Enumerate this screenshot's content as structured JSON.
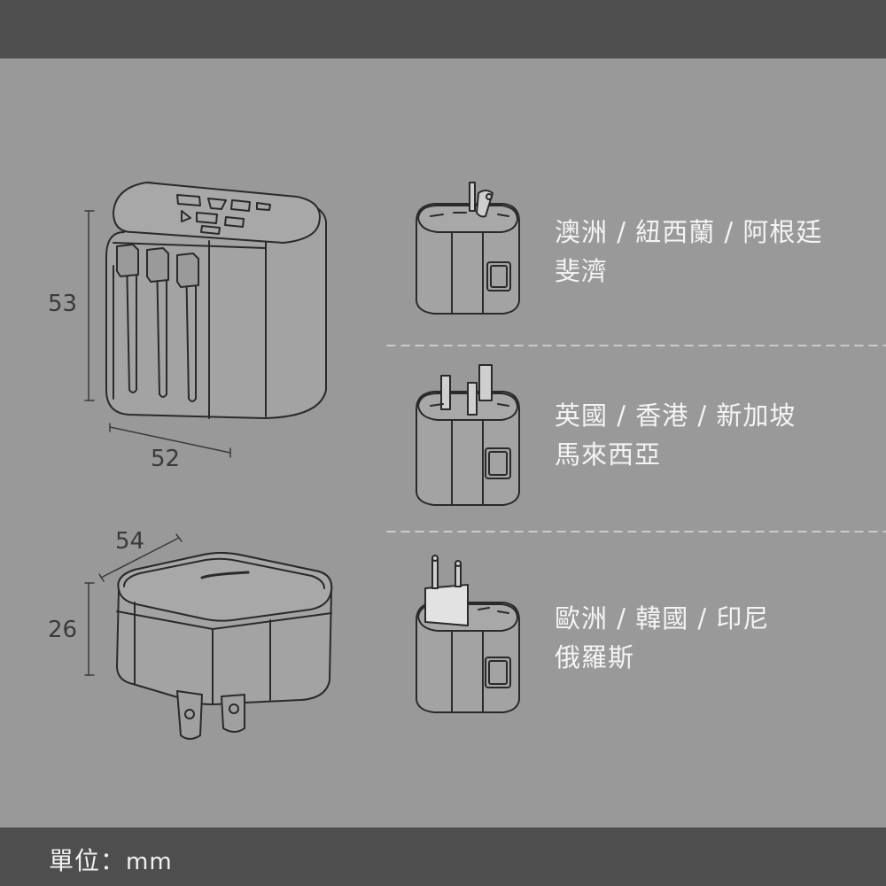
{
  "dimensions": {
    "main_height": "53",
    "main_width": "52",
    "base_depth": "54",
    "base_height": "26"
  },
  "regions": [
    {
      "line1": "澳洲 / 紐西蘭 / 阿根廷",
      "line2": "斐濟"
    },
    {
      "line1": "英國 / 香港 / 新加坡",
      "line2": "馬來西亞"
    },
    {
      "line1": "歐洲 / 韓國 / 印尼",
      "line2": "俄羅斯"
    }
  ],
  "footer": {
    "unit_label": "單位：",
    "unit_value": "mm"
  },
  "colors": {
    "background": "#999999",
    "bars": "#4e4e4e",
    "outline": "#2a2a2a",
    "region_text": "#f4f4f4"
  }
}
